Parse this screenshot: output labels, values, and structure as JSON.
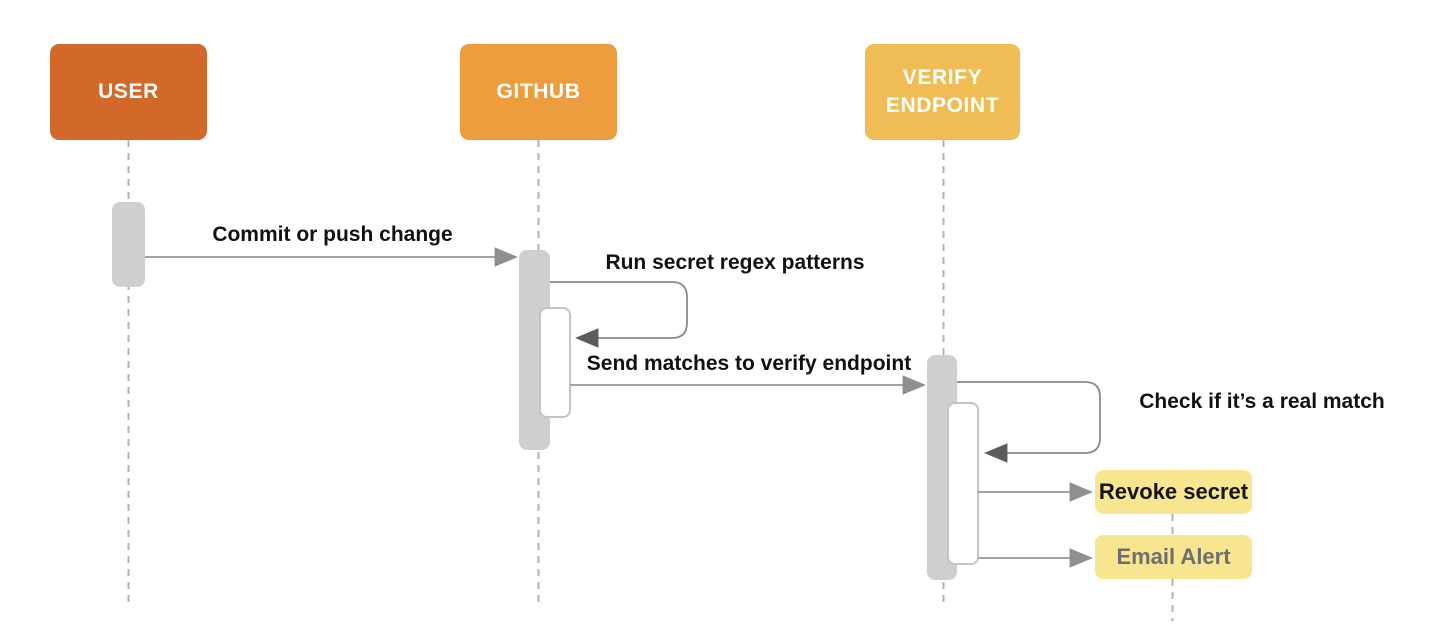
{
  "diagram_type": "sequence-diagram",
  "actors": [
    {
      "label": "USER",
      "color": "#d2692b"
    },
    {
      "label": "GITHUB",
      "color": "#ed9d3d"
    },
    {
      "label": "VERIFY ENDPOINT",
      "color": "#efbc55"
    }
  ],
  "messages": [
    {
      "label": "Commit or push change",
      "from": "USER",
      "to": "GITHUB",
      "kind": "arrow"
    },
    {
      "label": "Run secret regex patterns",
      "from": "GITHUB",
      "to": "GITHUB",
      "kind": "self-loop"
    },
    {
      "label": "Send matches to verify endpoint",
      "from": "GITHUB",
      "to": "VERIFY ENDPOINT",
      "kind": "arrow"
    },
    {
      "label": "Check if it’s a real match",
      "from": "VERIFY ENDPOINT",
      "to": "VERIFY ENDPOINT",
      "kind": "self-loop"
    },
    {
      "label": "Revoke secret",
      "from": "VERIFY ENDPOINT",
      "to": "Revoke secret",
      "kind": "arrow"
    },
    {
      "label": "Email Alert",
      "from": "VERIFY ENDPOINT",
      "to": "Email Alert",
      "kind": "arrow"
    }
  ],
  "outcome_boxes": [
    {
      "label": "Revoke secret",
      "bg": "#f8e58f",
      "text_color": "#141414"
    },
    {
      "label": "Email Alert",
      "bg": "#f8e58f",
      "text_color": "#6e6e6e"
    }
  ],
  "colors": {
    "background": "#ffffff",
    "activation_bar": "#cfcfcf",
    "nested_bar": "#ffffff",
    "nested_bar_border": "#c4c4c4",
    "lifeline": "#b3b3b3",
    "arrow_line": "#979797",
    "arrowhead": "#6e6e6e",
    "message_text": "#111111"
  }
}
